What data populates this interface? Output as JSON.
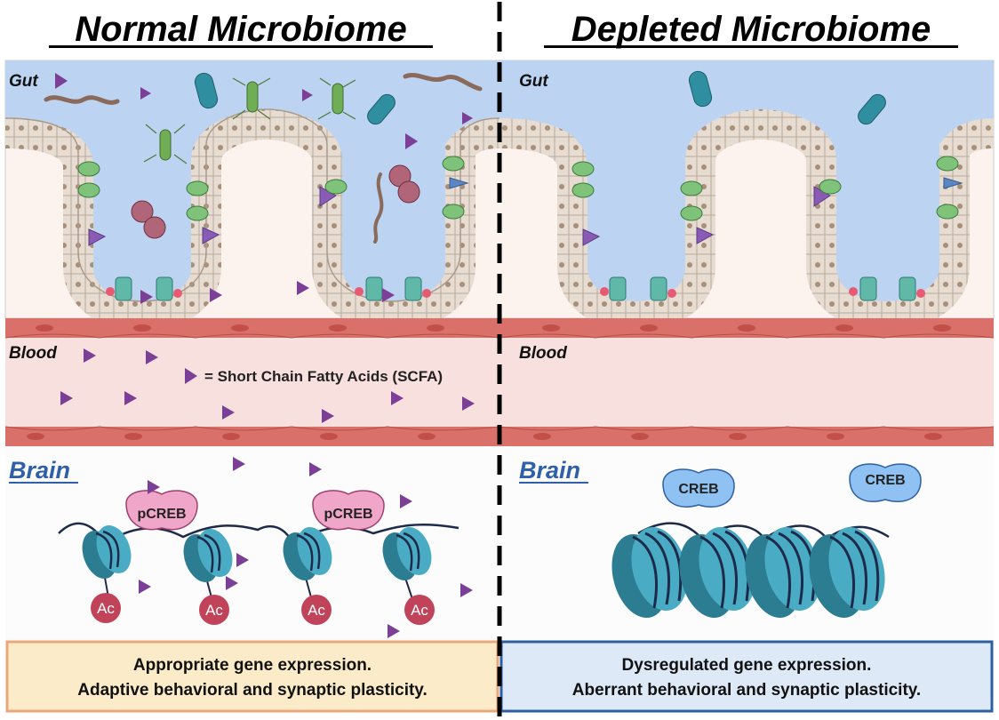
{
  "panels": {
    "normal": {
      "title": "Normal Microbiome",
      "gut_label": "Gut",
      "blood_label": "Blood",
      "brain_label": "Brain",
      "protein_label": "pCREB",
      "acetyl_label": "Ac",
      "outcome_line1": "Appropriate gene expression.",
      "outcome_line2": "Adaptive behavioral and synaptic plasticity."
    },
    "depleted": {
      "title": "Depleted Microbiome",
      "gut_label": "Gut",
      "blood_label": "Blood",
      "brain_label": "Brain",
      "protein_label": "CREB",
      "outcome_line1": "Dysregulated gene expression.",
      "outcome_line2": "Aberrant behavioral and synaptic plasticity."
    }
  },
  "legend": {
    "scfa_text": "= Short Chain Fatty Acids (SCFA)"
  },
  "colors": {
    "lumen": "#bcd3f1",
    "tissue": "#fdf3ee",
    "blood": "#f7e0dd",
    "vessel_wall": "#d9716a",
    "scfa": "#7b3f96",
    "nucleosome": "#3f9db5",
    "dna": "#1e2a4a",
    "pcreb": "#f0a6c8",
    "creb": "#8fc2f2",
    "acetyl": "#c0435a",
    "normal_box_fill": "#fbebc8",
    "normal_box_border": "#e8a87c",
    "depleted_box_fill": "#dde9f7",
    "depleted_box_border": "#2e5fa3"
  }
}
